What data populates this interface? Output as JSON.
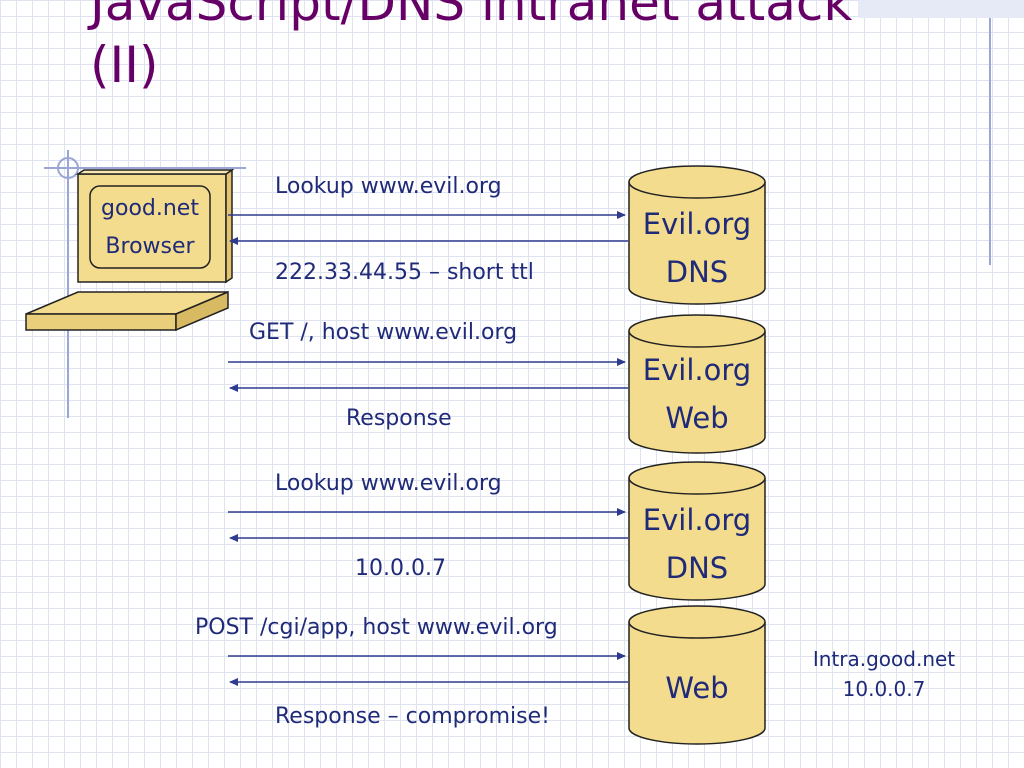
{
  "title": {
    "line1": "JavaScript/DNS intranet attack",
    "line2": "(II)"
  },
  "browser": {
    "line1": "good.net",
    "line2": "Browser"
  },
  "servers": [
    {
      "line1": "Evil.org",
      "line2": "DNS"
    },
    {
      "line1": "Evil.org",
      "line2": "Web"
    },
    {
      "line1": "Evil.org",
      "line2": "DNS"
    },
    {
      "line1": "Web"
    }
  ],
  "messages": [
    {
      "request": "Lookup www.evil.org",
      "response": "222.33.44.55 – short ttl"
    },
    {
      "request": "GET /, host www.evil.org",
      "response": "Response"
    },
    {
      "request": "Lookup www.evil.org",
      "response": "10.0.0.7"
    },
    {
      "request": "POST /cgi/app, host www.evil.org",
      "response": "Response   – compromise!"
    }
  ],
  "intranet_host": {
    "line1": "Intra.good.net",
    "line2": "10.0.0.7"
  },
  "colors": {
    "title": "#660066",
    "text": "#1f2a78",
    "cylinder_fill": "#f3dc8e",
    "laptop_fill": "#f3dc8e",
    "stroke": "#222222",
    "arrow": "#2f3b8f",
    "accent_line": "#9aa6d6"
  }
}
